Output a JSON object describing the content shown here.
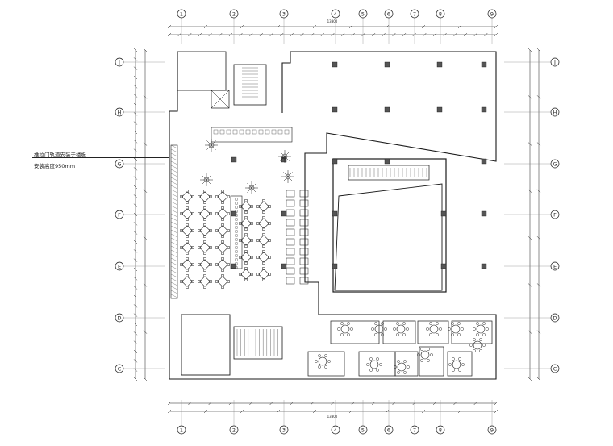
{
  "grid": {
    "columns": [
      "1",
      "2",
      "3",
      "4",
      "5",
      "6",
      "7",
      "8",
      "9"
    ],
    "left_rows": [
      "J",
      "H",
      "G",
      "F",
      "E",
      "D",
      "C"
    ],
    "right_rows": [
      "J",
      "H",
      "G",
      "F",
      "E",
      "D",
      "C"
    ]
  },
  "annotations": {
    "line1": "推拉门轨道安装于楼板",
    "line2": "安装高度950mm"
  },
  "dimensions": {
    "top_total": "13300",
    "bottom_total": "13300"
  },
  "colors": {
    "line": "#1a1a1a",
    "hatch": "#444444",
    "light": "#888888"
  }
}
